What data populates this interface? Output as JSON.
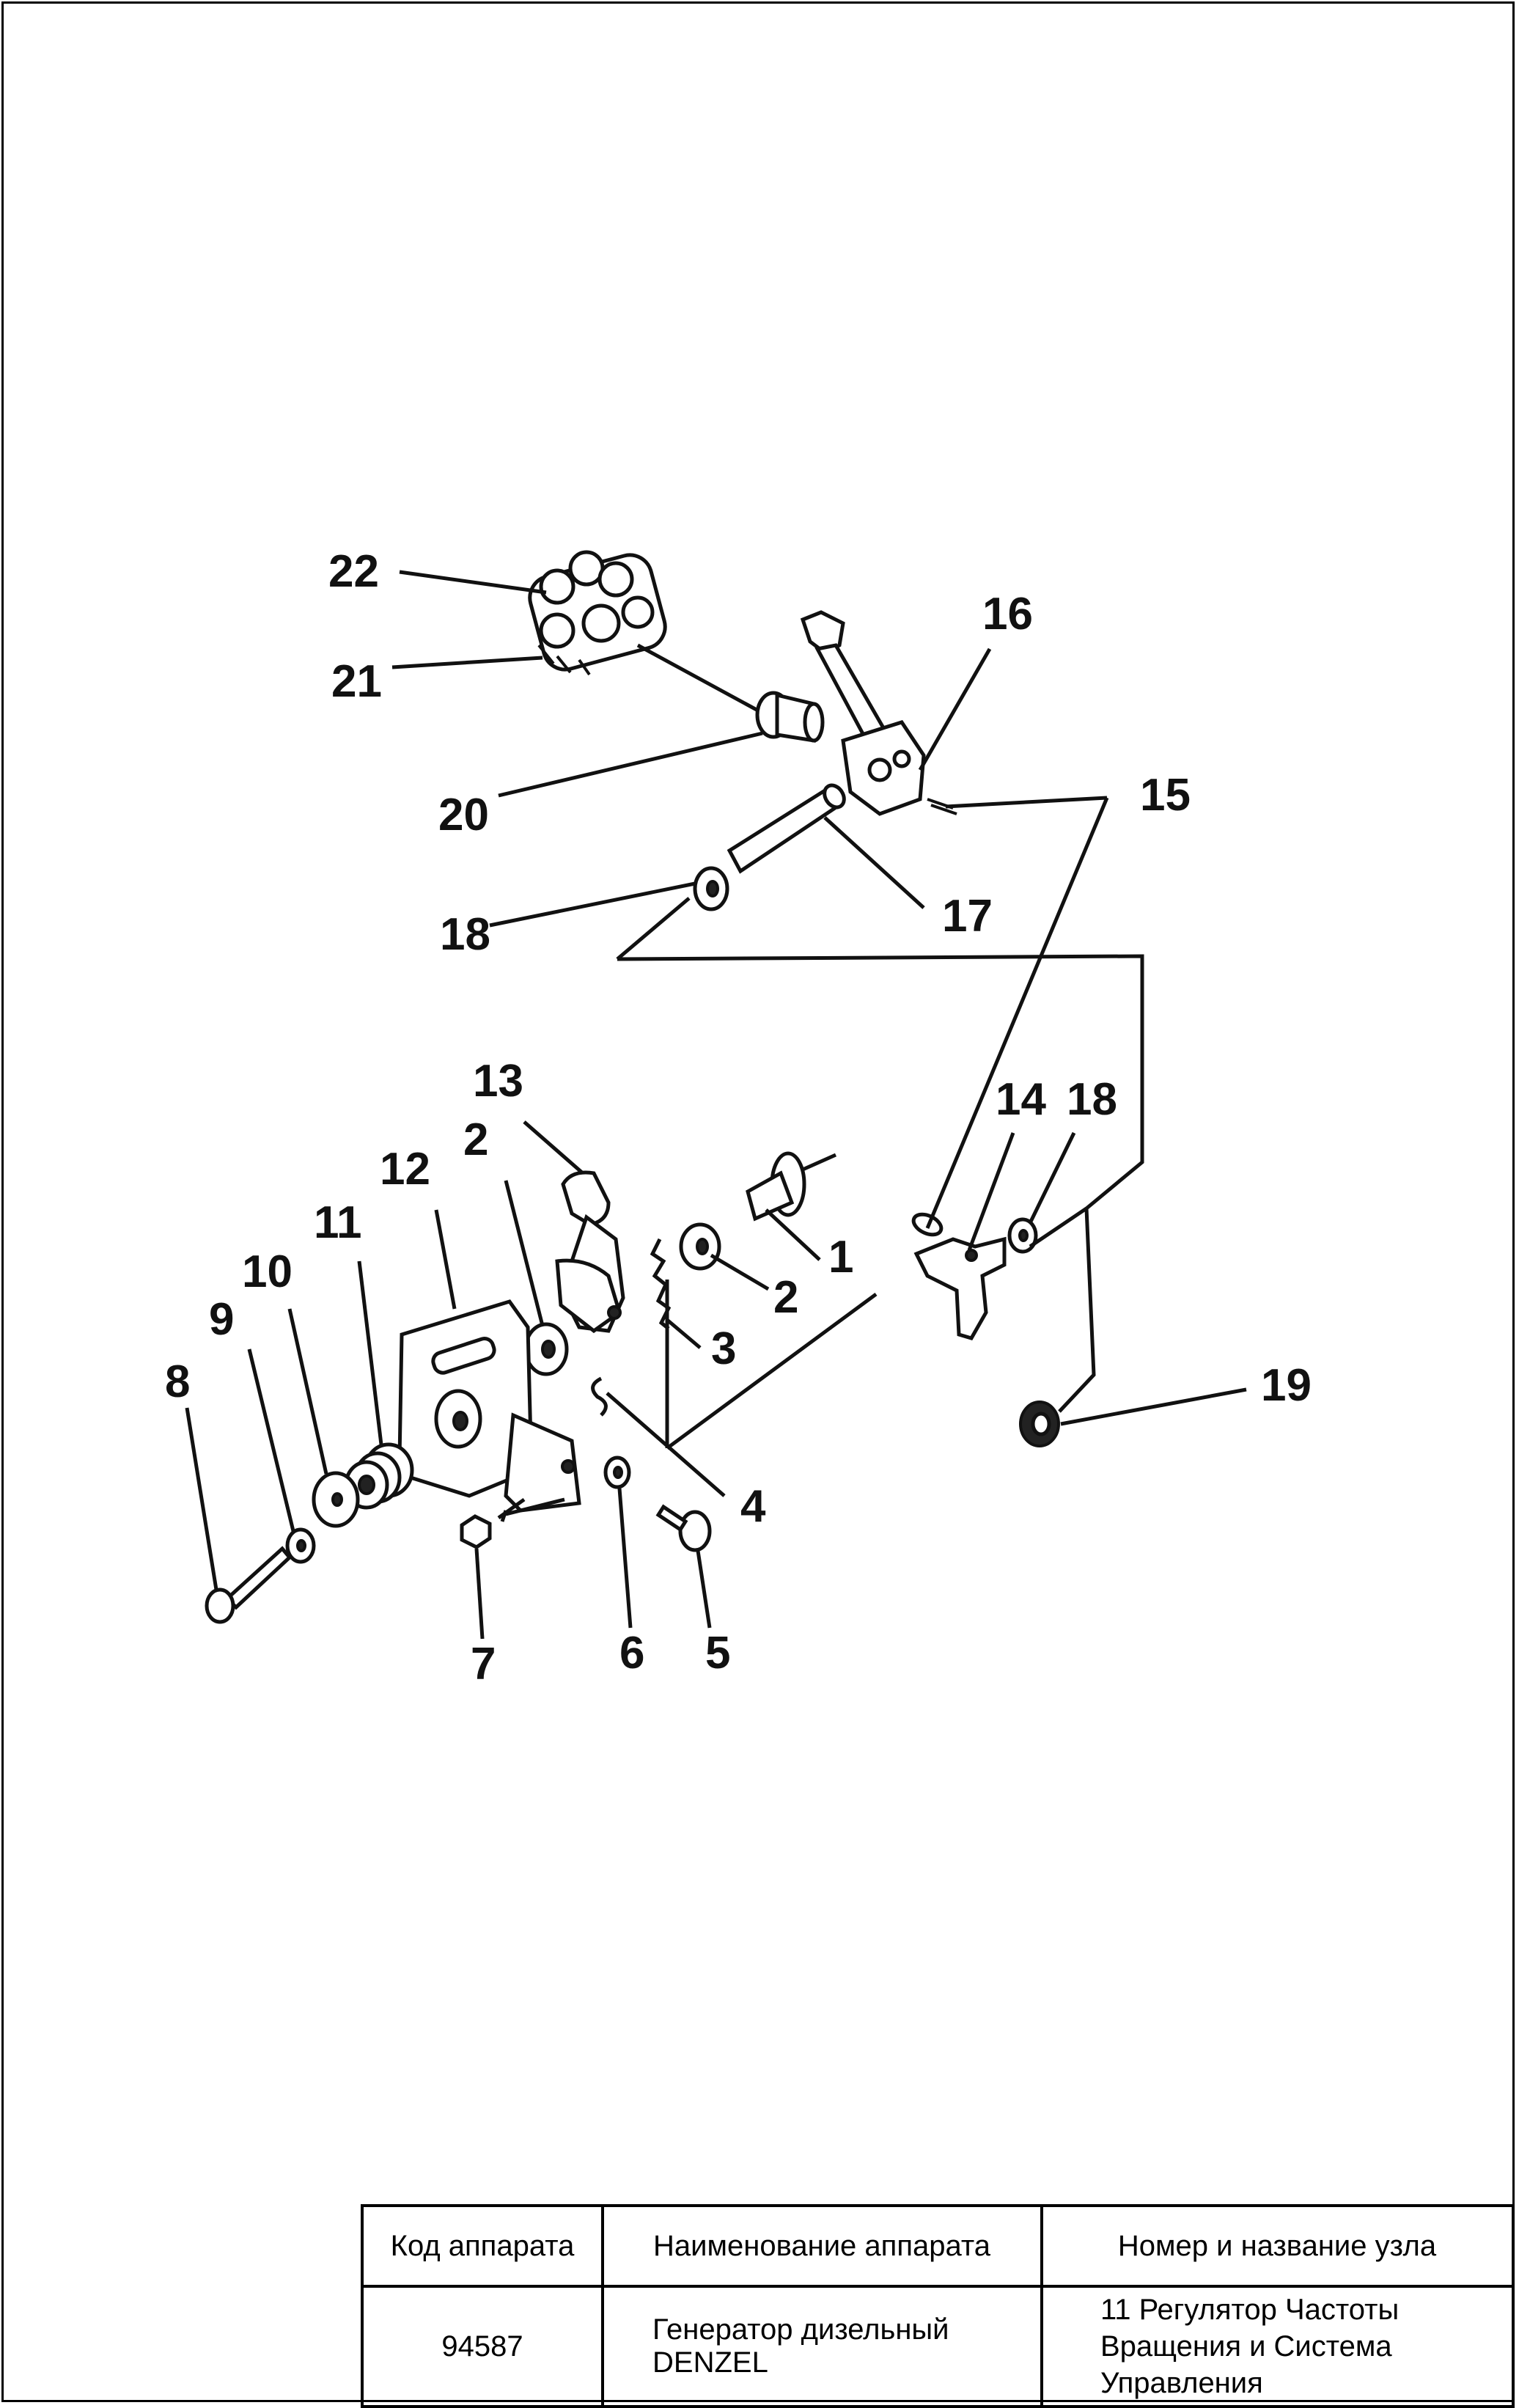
{
  "diagram": {
    "callouts": [
      "1",
      "2",
      "2",
      "3",
      "4",
      "5",
      "6",
      "7",
      "8",
      "9",
      "10",
      "11",
      "12",
      "13",
      "14",
      "15",
      "16",
      "17",
      "18",
      "18",
      "19",
      "20",
      "21",
      "22"
    ]
  },
  "title_block": {
    "headers": [
      "Код аппарата",
      "Наименование аппарата",
      "Номер и название узла"
    ],
    "device_code": "94587",
    "device_name": "Генератор дизельный DENZEL",
    "unit_name": "11 Регулятор Частоты Вращения и Система Управления"
  }
}
